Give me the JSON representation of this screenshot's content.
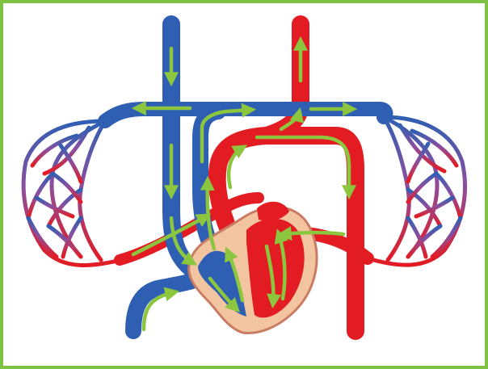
{
  "diagram": {
    "kind": "circulatory-system-illustration",
    "colors": {
      "frame": "#7dc242",
      "deoxygenated_blood": "#2f5fb3",
      "oxygenated_blood": "#e31b23",
      "flow_arrows": "#8cc63f",
      "heart_wall": "#f2c5a0",
      "heart_outline": "#c97b63",
      "background": "#ffffff"
    },
    "structures": [
      {
        "id": "vena-cava-superior",
        "type": "vessel",
        "blood": "deoxygenated"
      },
      {
        "id": "vena-cava-inferior",
        "type": "vessel",
        "blood": "deoxygenated"
      },
      {
        "id": "pulmonary-artery",
        "type": "vessel",
        "blood": "deoxygenated"
      },
      {
        "id": "aorta",
        "type": "vessel",
        "blood": "oxygenated"
      },
      {
        "id": "pulmonary-veins",
        "type": "vessel",
        "blood": "oxygenated"
      },
      {
        "id": "left-lung-capillaries",
        "type": "capillary-bed",
        "blood": "mixed"
      },
      {
        "id": "right-lung-capillaries",
        "type": "capillary-bed",
        "blood": "mixed"
      },
      {
        "id": "heart",
        "type": "organ",
        "blood": "both"
      }
    ],
    "flow_arrow_icon": "arrow-icon"
  }
}
